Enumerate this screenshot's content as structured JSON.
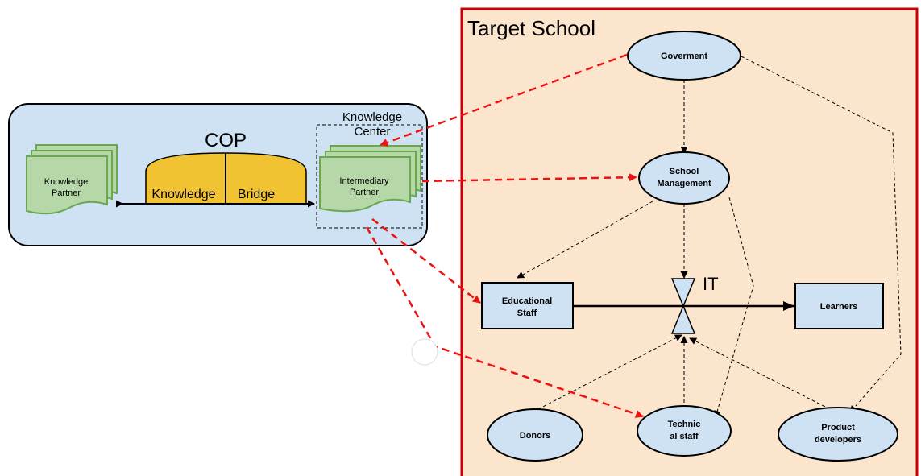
{
  "target_school": {
    "title": "Target School",
    "nodes": {
      "government": "Goverment",
      "school_management_line1": "School",
      "school_management_line2": "Management",
      "educational_staff_line1": "Educational",
      "educational_staff_line2": "Staff",
      "learners": "Learners",
      "it": "IT",
      "donors": "Donors",
      "technical_staff_line1": "Technic",
      "technical_staff_line2": "al staff",
      "product_developers_line1": "Product",
      "product_developers_line2": "developers"
    }
  },
  "cop_panel": {
    "cop_label": "COP",
    "knowledge_label": "Knowledge",
    "bridge_label": "Bridge",
    "knowledge_center_line1": "Knowledge",
    "knowledge_center_line2": "Center",
    "knowledge_partner_line1": "Knowledge",
    "knowledge_partner_line2": "Partner",
    "intermediary_partner_line1": "Intermediary",
    "intermediary_partner_line2": "Partner"
  },
  "colors": {
    "panel_fill": "#cfe2f3",
    "school_fill": "#fce5cd",
    "school_border": "#cc0000",
    "node_fill": "#cfe2f3",
    "doc_fill": "#b6d7a8",
    "doc_border": "#6aa84f",
    "cop_fill": "#f1c232",
    "red_arrow": "#ee1111"
  }
}
